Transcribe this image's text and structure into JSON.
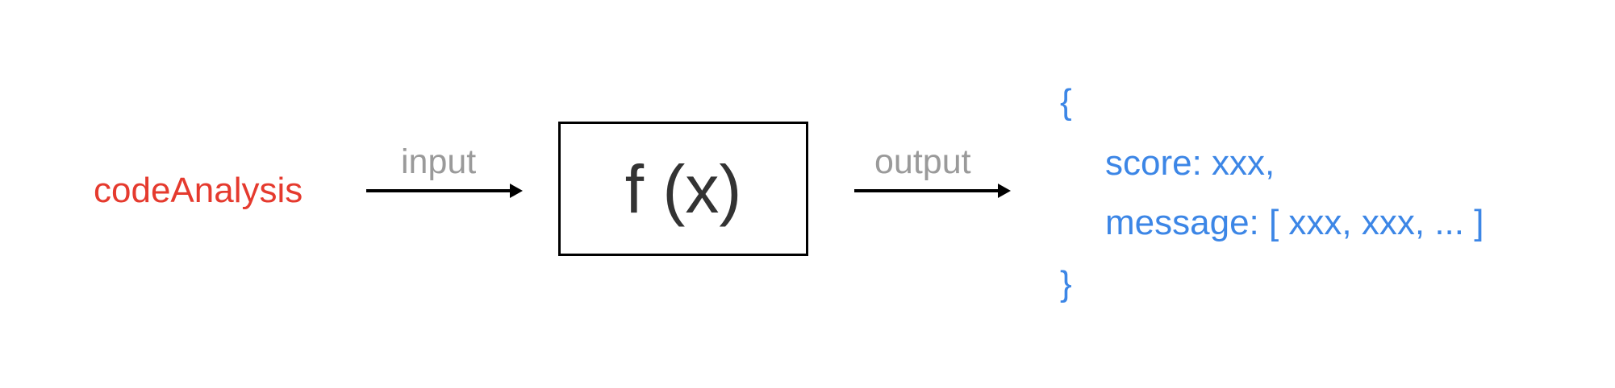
{
  "colors": {
    "source": "#e53a2e",
    "edge_label": "#9a9a9a",
    "function": "#333333",
    "output_text": "#3c86e6",
    "arrow": "#000000"
  },
  "source": {
    "label": "codeAnalysis"
  },
  "input_edge": {
    "label": "input"
  },
  "function_box": {
    "label": "f (x)"
  },
  "output_edge": {
    "label": "output"
  },
  "output_object": {
    "open_brace": "{",
    "lines": [
      "score: xxx,",
      "message: [ xxx, xxx, ... ]"
    ],
    "close_brace": "}"
  }
}
